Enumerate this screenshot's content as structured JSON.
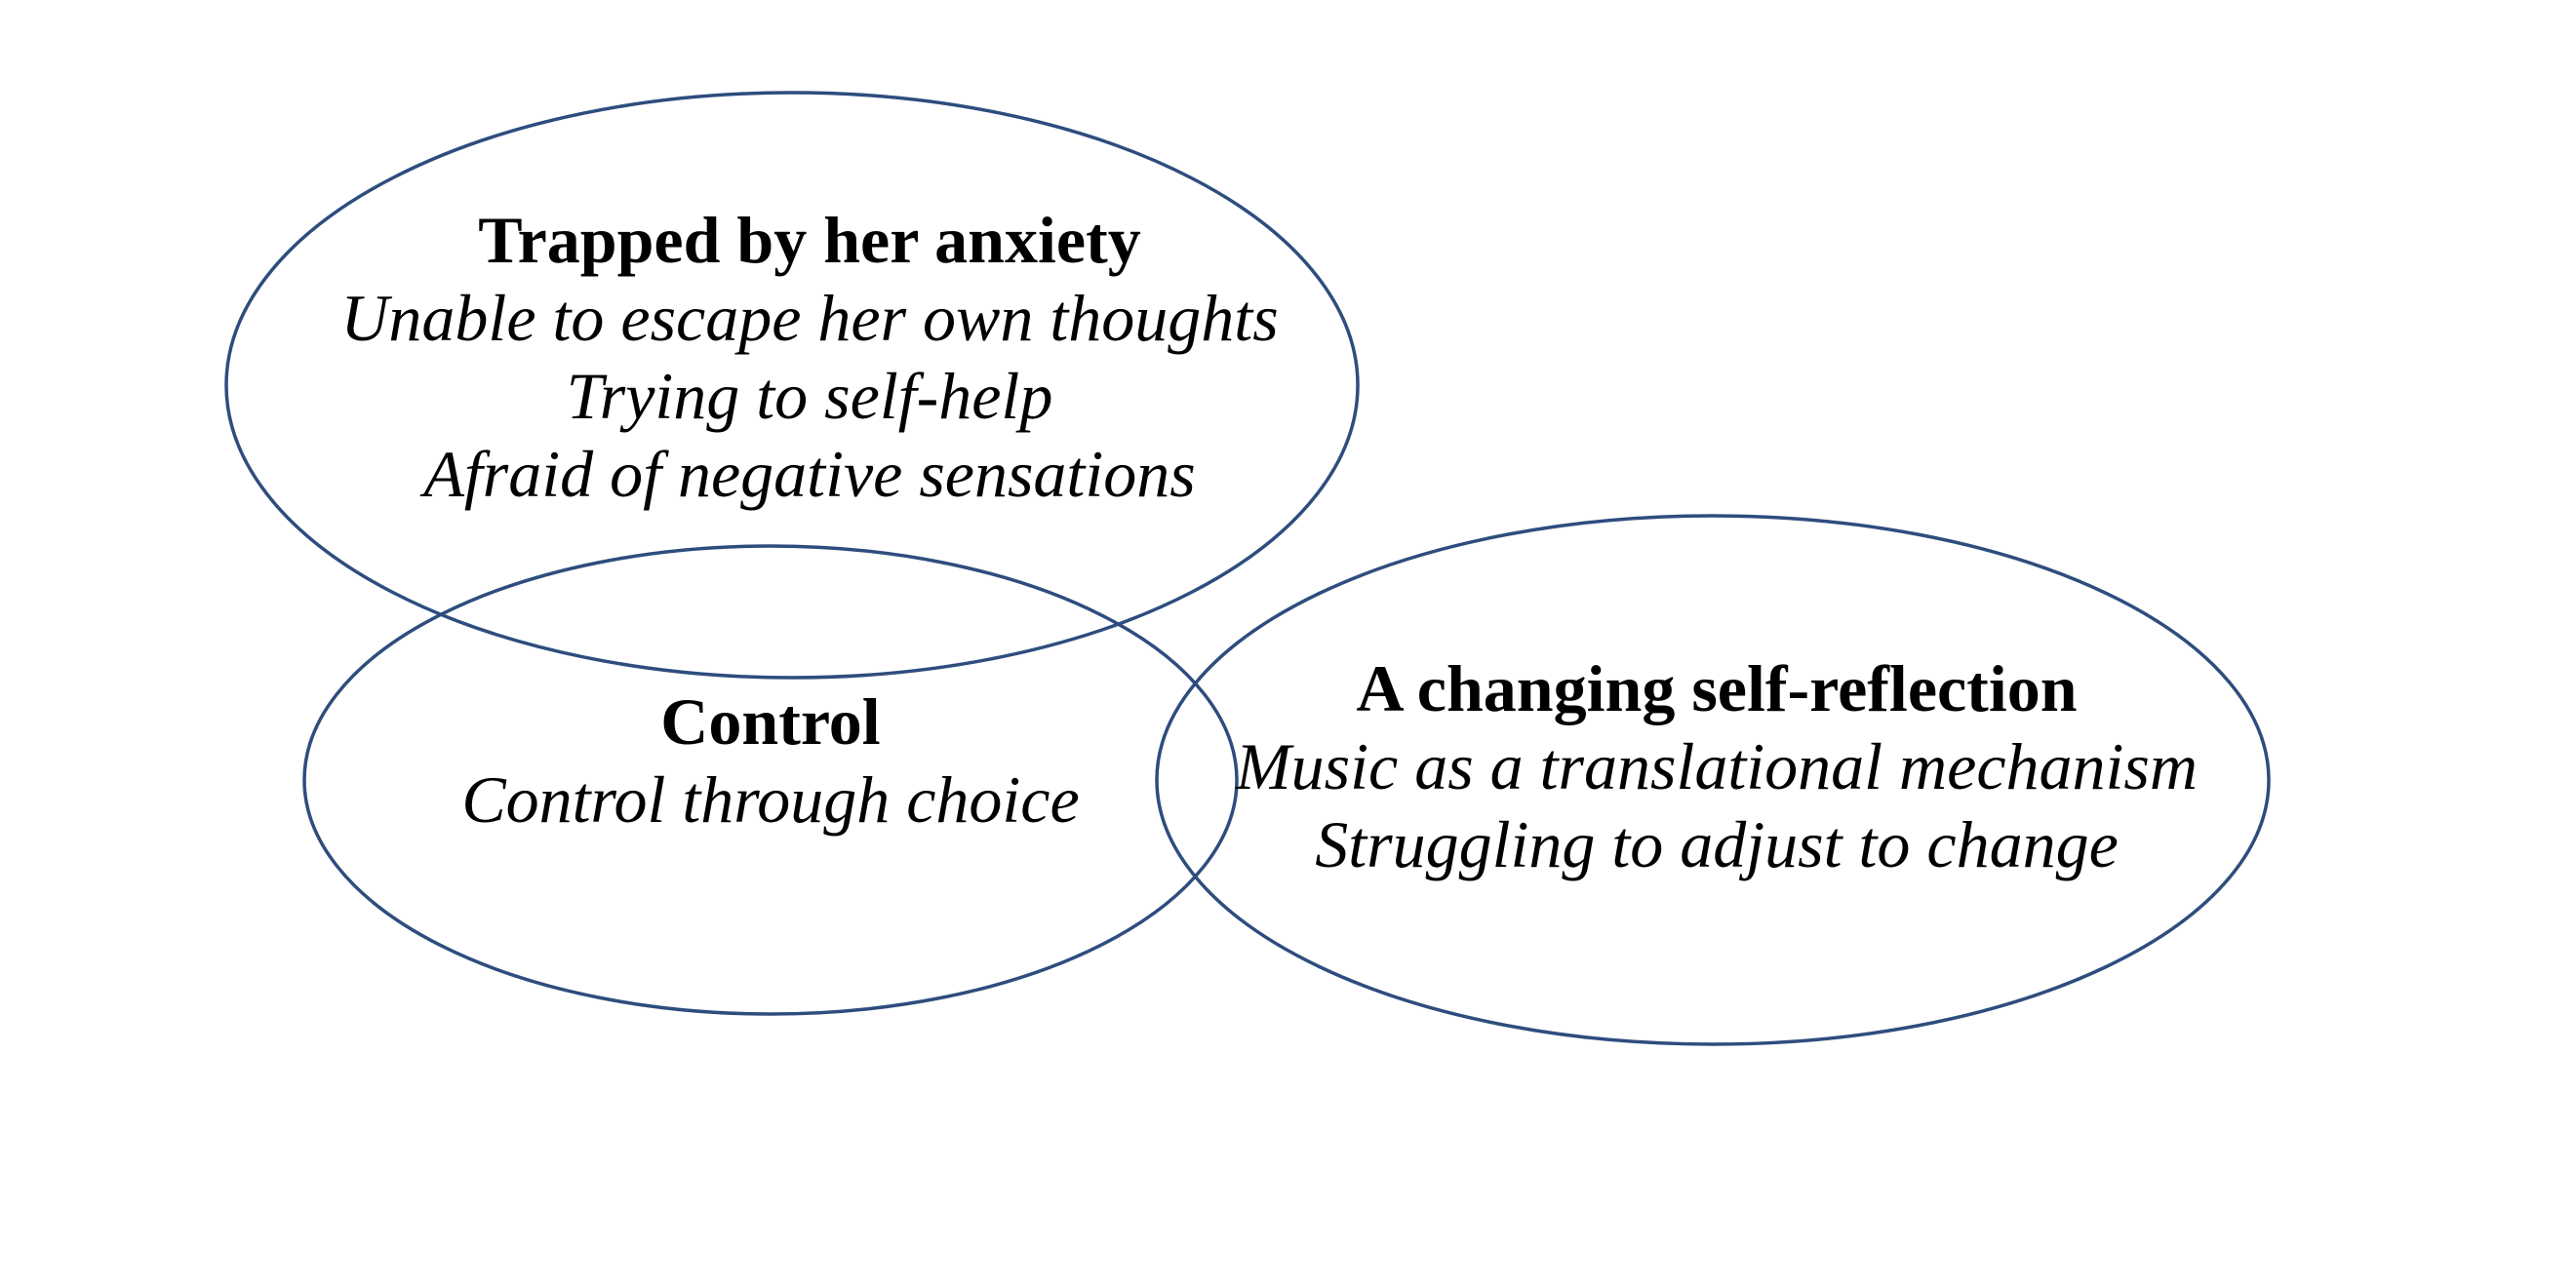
{
  "figure": {
    "type": "venn-thematic-map",
    "background_color": "#ffffff",
    "outline_color": "#2e4d7e",
    "text_color": "#000000",
    "themes": [
      {
        "title": "Trapped by her anxiety",
        "subthemes": [
          "Unable to escape her own thoughts",
          "Trying to self-help",
          "Afraid of negative sensations"
        ]
      },
      {
        "title": "Control",
        "subthemes": [
          "Control through choice"
        ]
      },
      {
        "title": "A changing self-reflection",
        "subthemes": [
          "Music as a translational mechanism",
          "Struggling to adjust to change"
        ]
      }
    ]
  }
}
